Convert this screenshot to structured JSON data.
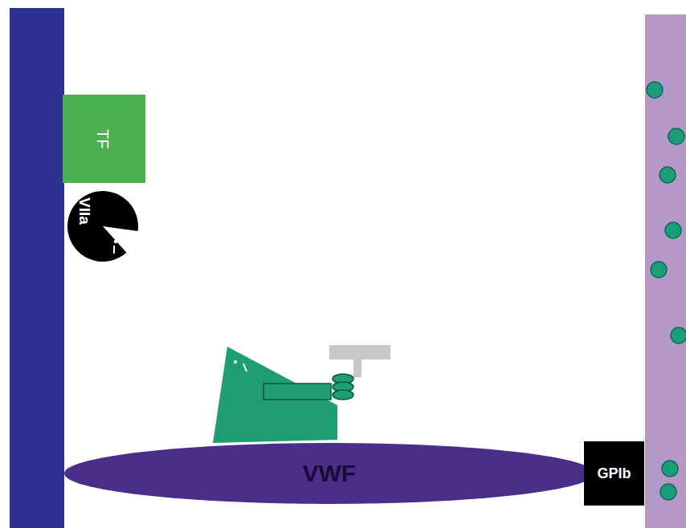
{
  "diagram": {
    "nodes": [
      {
        "text": [
          "TF"
        ]
      },
      {
        "text": [
          "VIIa"
        ]
      },
      {
        "text": [
          "VWF"
        ]
      },
      {
        "text": [
          "GPIb"
        ]
      }
    ]
  }
}
